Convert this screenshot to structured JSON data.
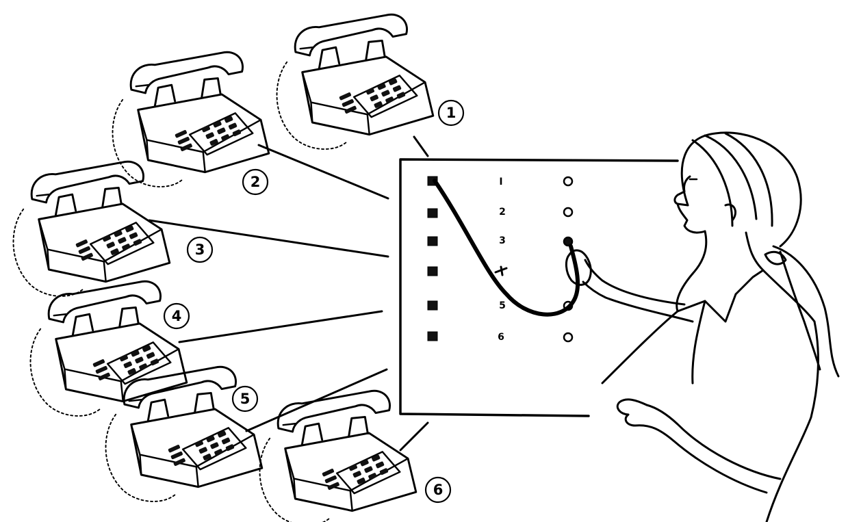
{
  "callouts": [
    "1",
    "2",
    "3",
    "4",
    "5",
    "6"
  ],
  "switchboard": {
    "line_labels": [
      "I",
      "2",
      "3",
      "",
      "5",
      "6"
    ]
  }
}
